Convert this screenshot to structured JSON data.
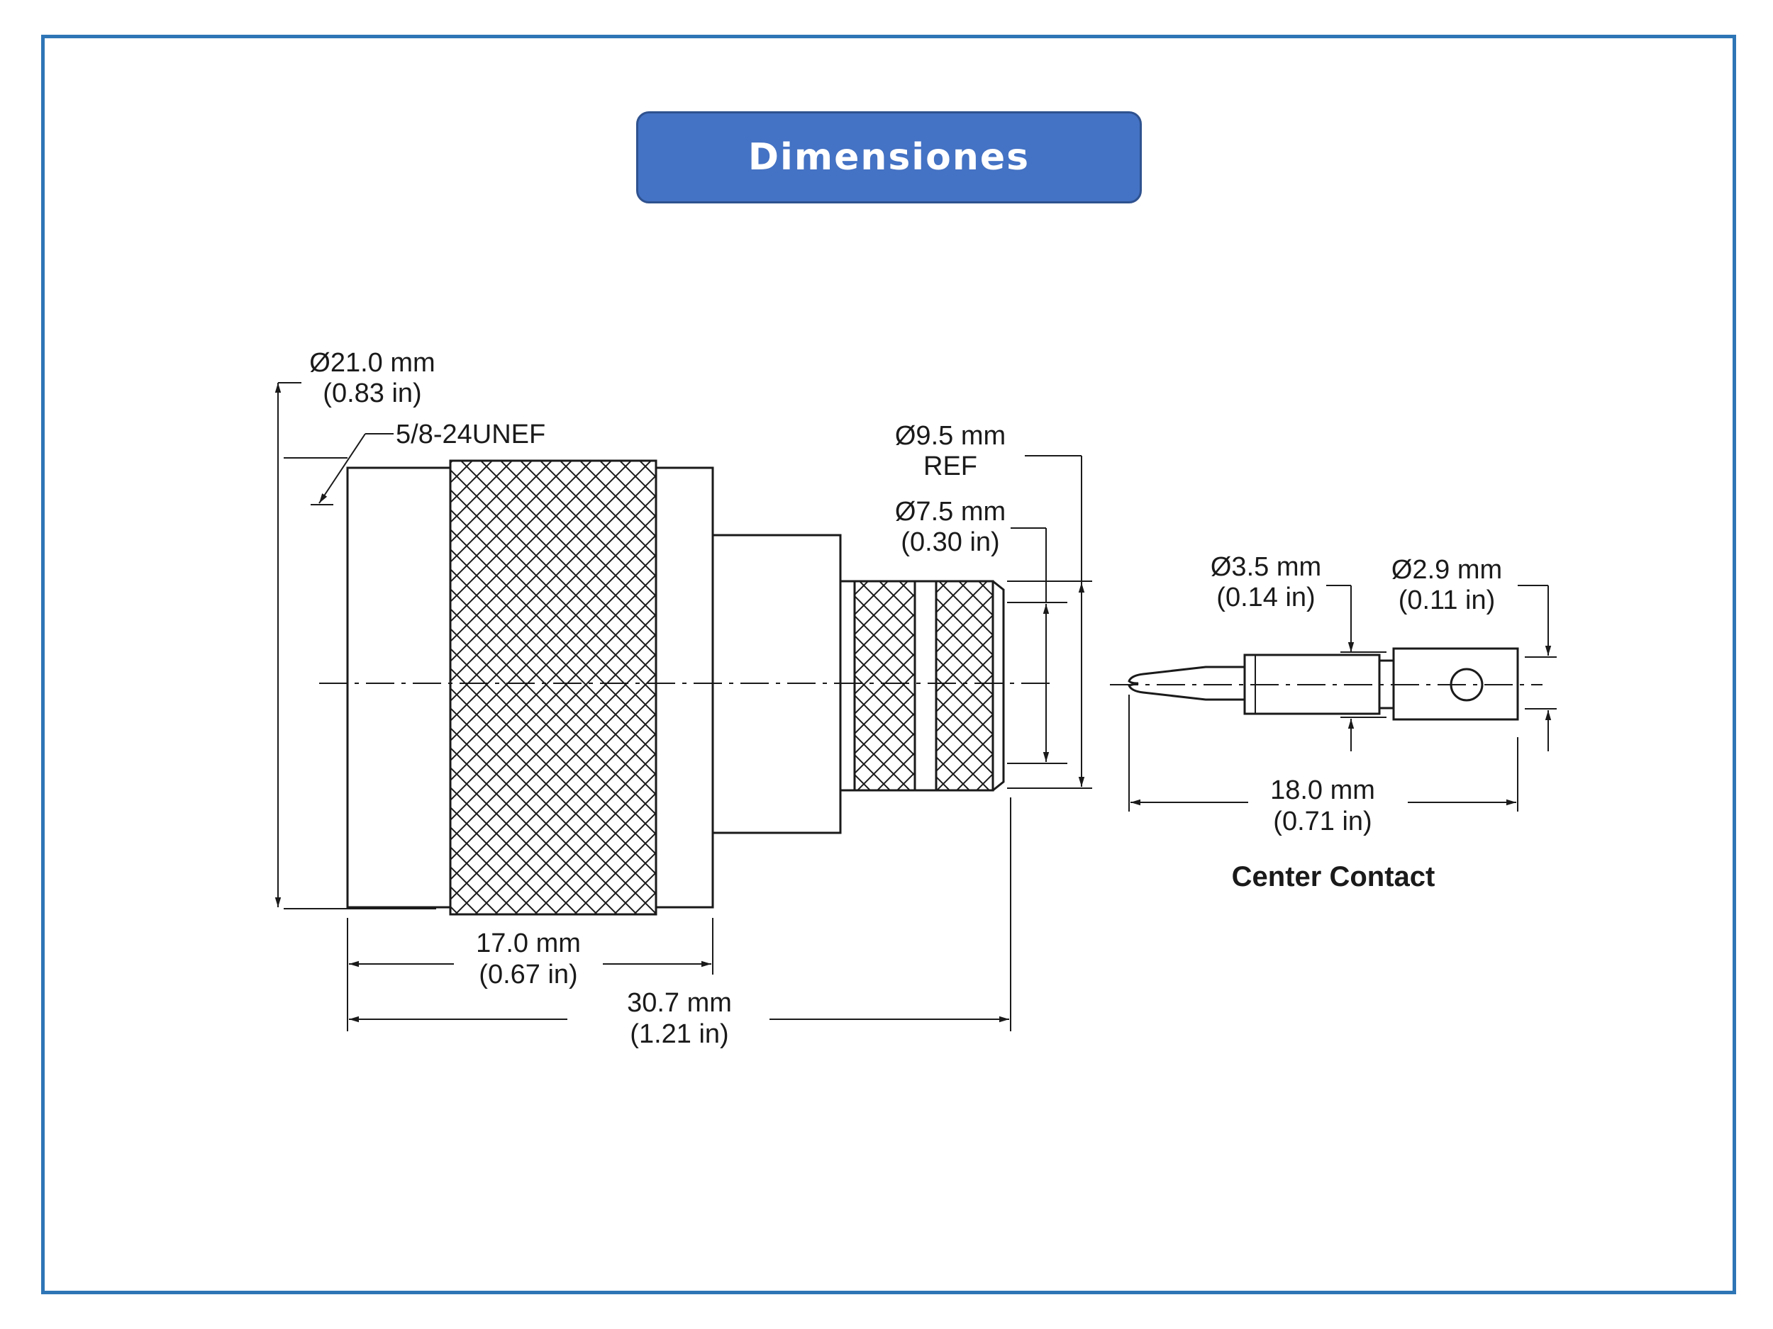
{
  "title": "Dimensiones",
  "colors": {
    "frame": "#2e75b6",
    "banner": "#4472c4",
    "banner_text": "#ffffff",
    "ink": "#1a1a1a"
  },
  "connector": {
    "flange_diameter": {
      "mm": "Ø21.0 mm",
      "in": "(0.83 in)"
    },
    "thread": "5/8-24UNEF",
    "ref_diameter": {
      "mm": "Ø9.5 mm",
      "ref": "REF"
    },
    "crimp_diameter": {
      "mm": "Ø7.5 mm",
      "in": "(0.30 in)"
    },
    "nut_length": {
      "mm": "17.0 mm",
      "in": "(0.67 in)"
    },
    "overall_length": {
      "mm": "30.7 mm",
      "in": "(1.21 in)"
    }
  },
  "center_contact": {
    "label": "Center Contact",
    "pin_diameter": {
      "mm": "Ø3.5 mm",
      "in": "(0.14 in)"
    },
    "body_diameter": {
      "mm": "Ø2.9 mm",
      "in": "(0.11 in)"
    },
    "length": {
      "mm": "18.0 mm",
      "in": "(0.71 in)"
    }
  }
}
